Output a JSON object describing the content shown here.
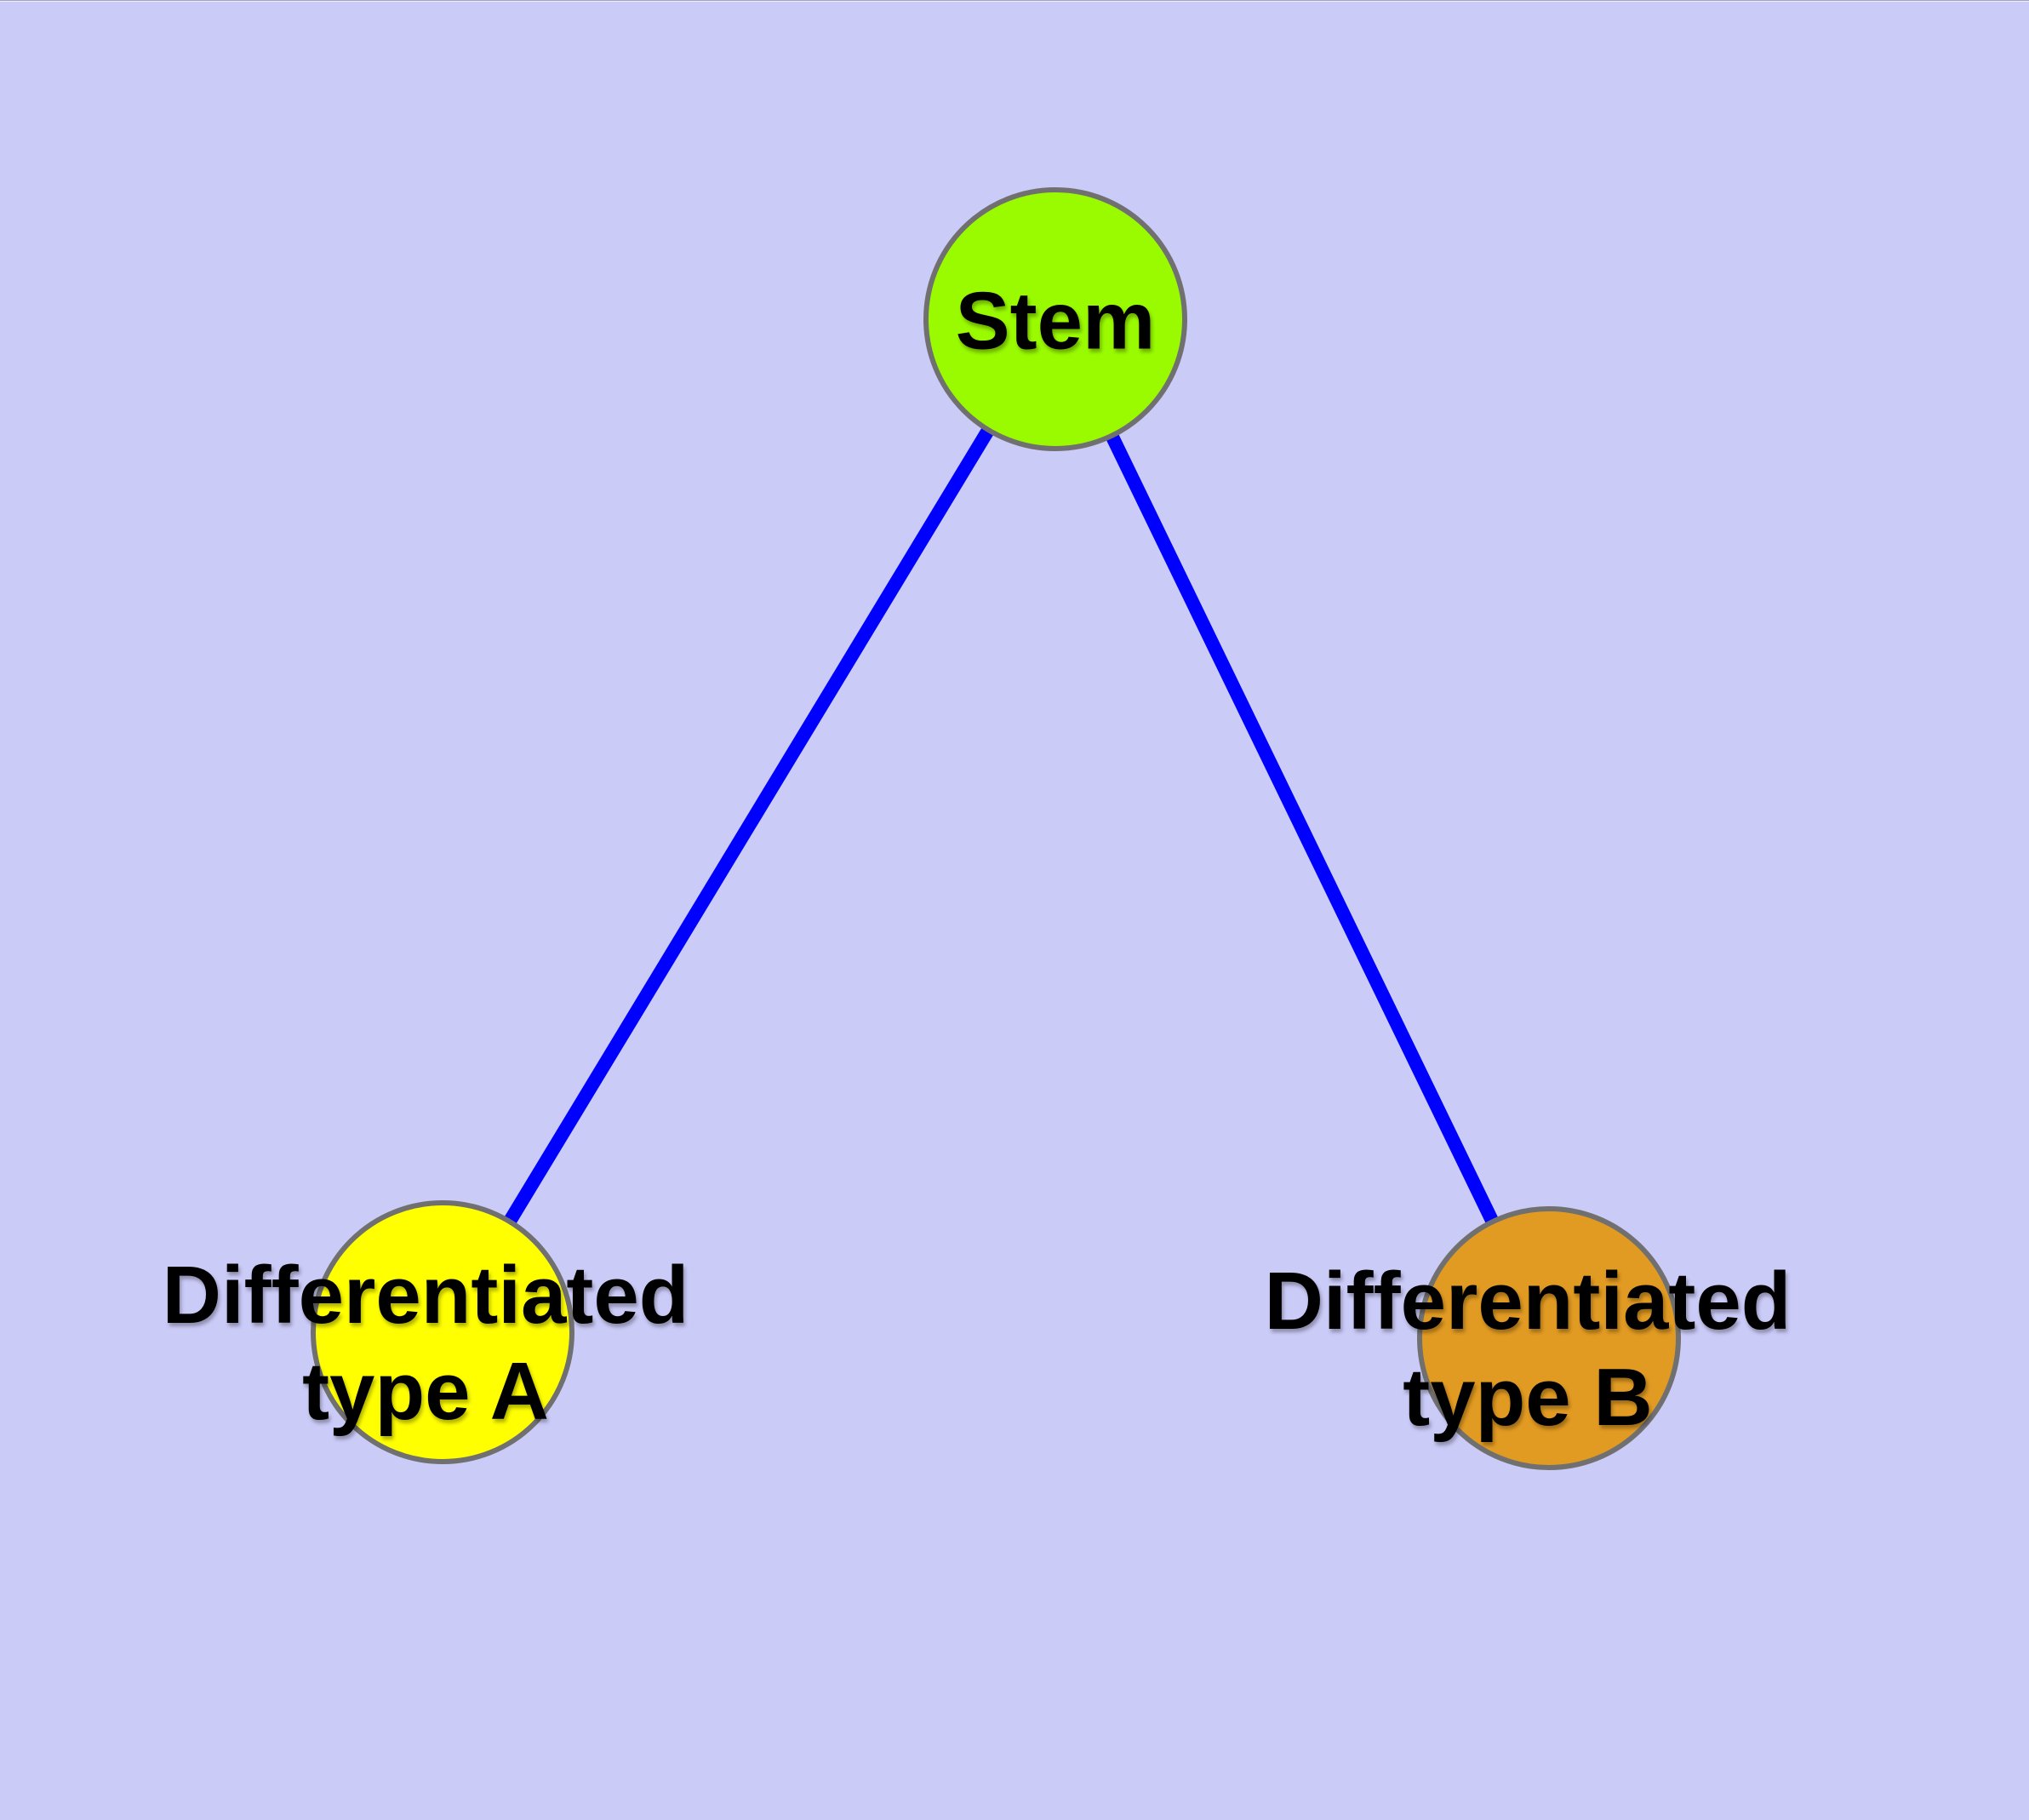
{
  "title": "Stem cell differentiation diagram",
  "colors": {
    "background": "#CBCBF8",
    "edge": "#0000FF",
    "node_border": "#707070",
    "node_stem": "#9AFB01",
    "node_type_a": "#FFFF00",
    "node_type_b": "#E29B22",
    "text": "#000000"
  },
  "nodes": {
    "stem": {
      "label": "Stem"
    },
    "type_a": {
      "line1": "Differentiated",
      "line2": "type A"
    },
    "type_b": {
      "line1": "Differentiated",
      "line2": "type B"
    }
  },
  "edges": [
    {
      "from": "Stem",
      "to": "Differentiated type A"
    },
    {
      "from": "Stem",
      "to": "Differentiated type B"
    }
  ]
}
